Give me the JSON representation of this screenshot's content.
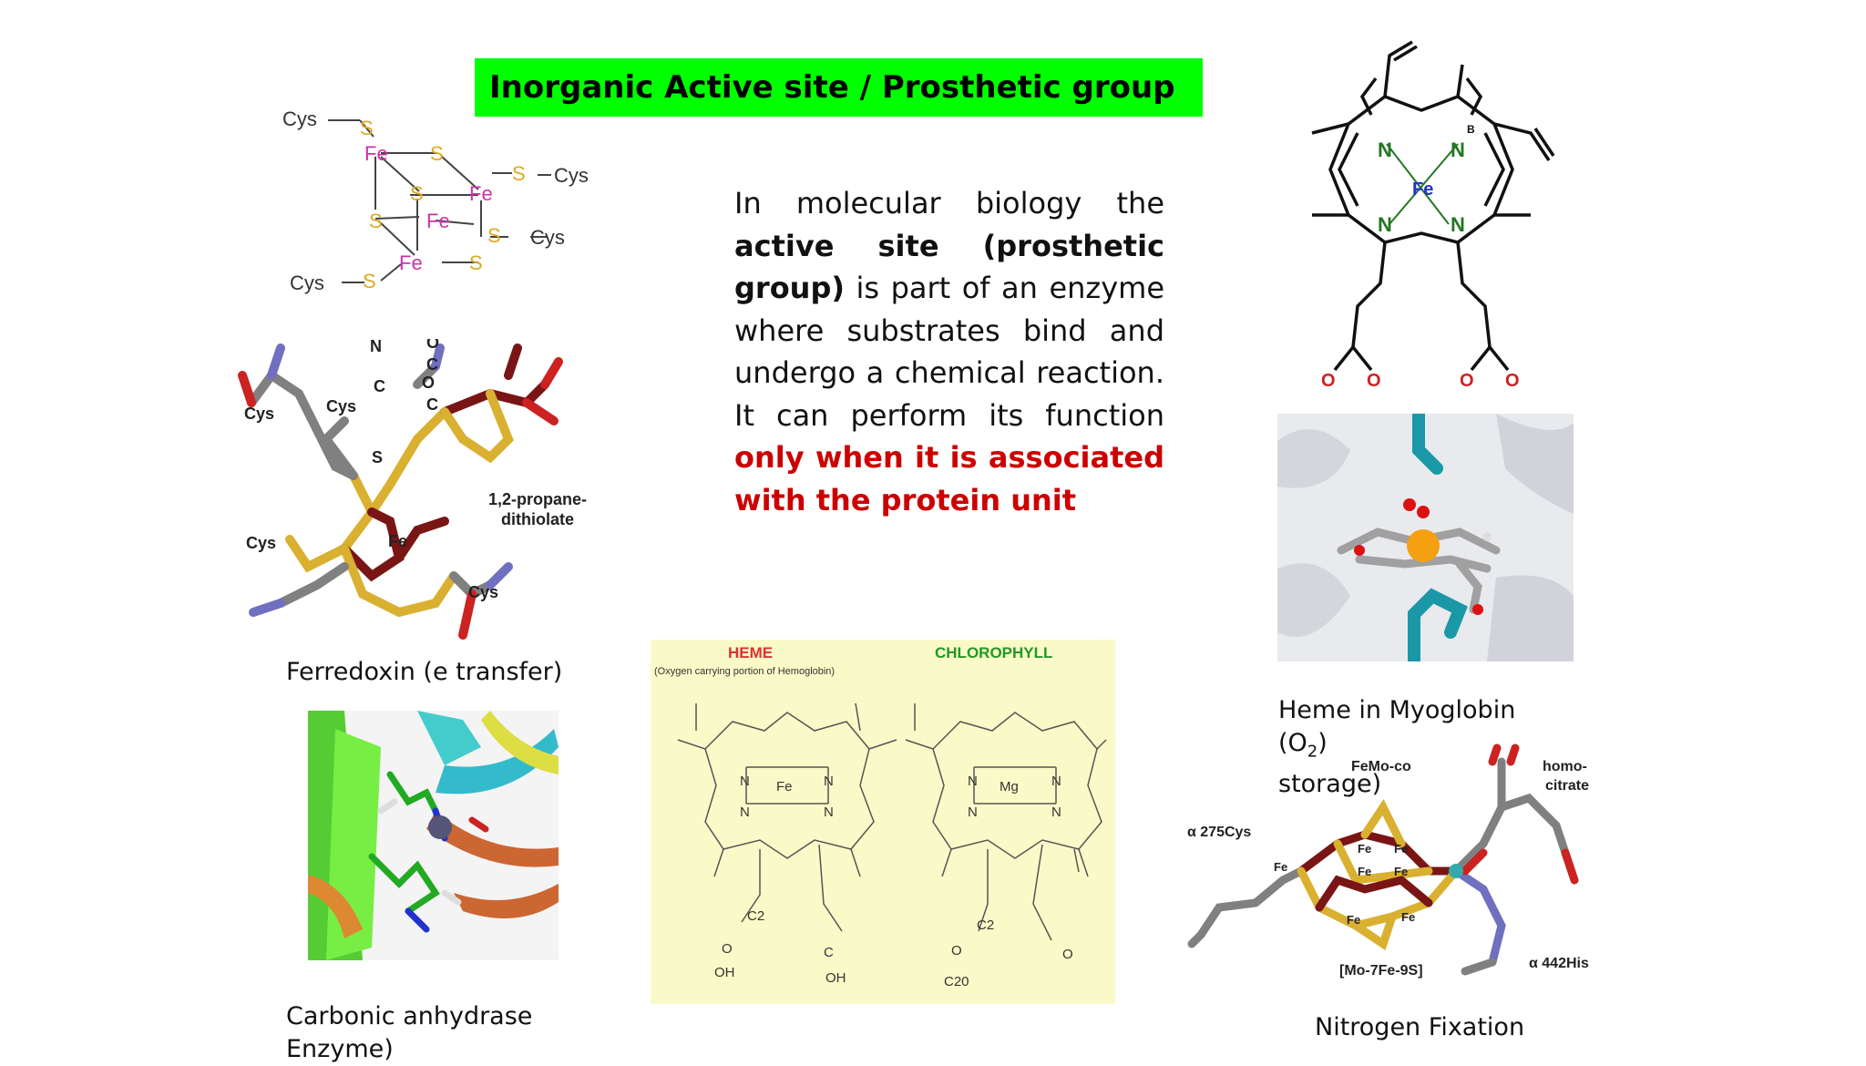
{
  "slide": {
    "title": "Inorganic Active site / Prosthetic group",
    "body": {
      "part1": "In molecular biology the",
      "bold": "active site (prosthetic group)",
      "part2": "is part of an enzyme where substrates bind and undergo a chemical reaction. It can perform its function",
      "red": "only when it is associated with the protein unit"
    },
    "captions": {
      "ferredoxin": "Ferredoxin (e transfer)",
      "carbonic": "Carbonic anhydrase Enzyme)",
      "heme_myoglobin_pre": "Heme in Myoglobin (O",
      "heme_myoglobin_sub": "2",
      "heme_myoglobin_post": "storage)",
      "nitrogen": "Nitrogen Fixation"
    },
    "fe4s4": {
      "cys": "Cys",
      "s": "S",
      "fe": "Fe"
    },
    "hydrogenase": {
      "cys": "Cys",
      "s": "S",
      "fe": "Fe",
      "n": "N",
      "c": "C",
      "o": "O",
      "dithiolate_1": "1,2-propane-",
      "dithiolate_2": "dithiolate"
    },
    "porphyrin": {
      "fe": "Fe",
      "n": "N",
      "b": "B",
      "o": "O"
    },
    "heme_chloro": {
      "heme_label": "HEME",
      "heme_sub": "(Oxygen carrying portion of Hemoglobin)",
      "chloro_label": "CHLOROPHYLL",
      "fe": "Fe",
      "mg": "Mg",
      "n": "N",
      "c": "C",
      "o": "O",
      "oh": "OH",
      "c2": "C2",
      "c20": "C20"
    },
    "femoco": {
      "title": "FeMo-co",
      "homo": "homo-",
      "citrate": "citrate",
      "cys": "α 275Cys",
      "his": "α 442His",
      "formula": "[Mo-7Fe-9S]",
      "fe": "Fe"
    },
    "colors": {
      "title_bg": "#00ff00",
      "red_text": "#cc0000",
      "fe_magenta": "#cc33aa",
      "s_yellow": "#ddaa22",
      "heme_red": "#e03030",
      "chloro_green": "#229922",
      "yellow_bg": "#fafac8"
    }
  }
}
